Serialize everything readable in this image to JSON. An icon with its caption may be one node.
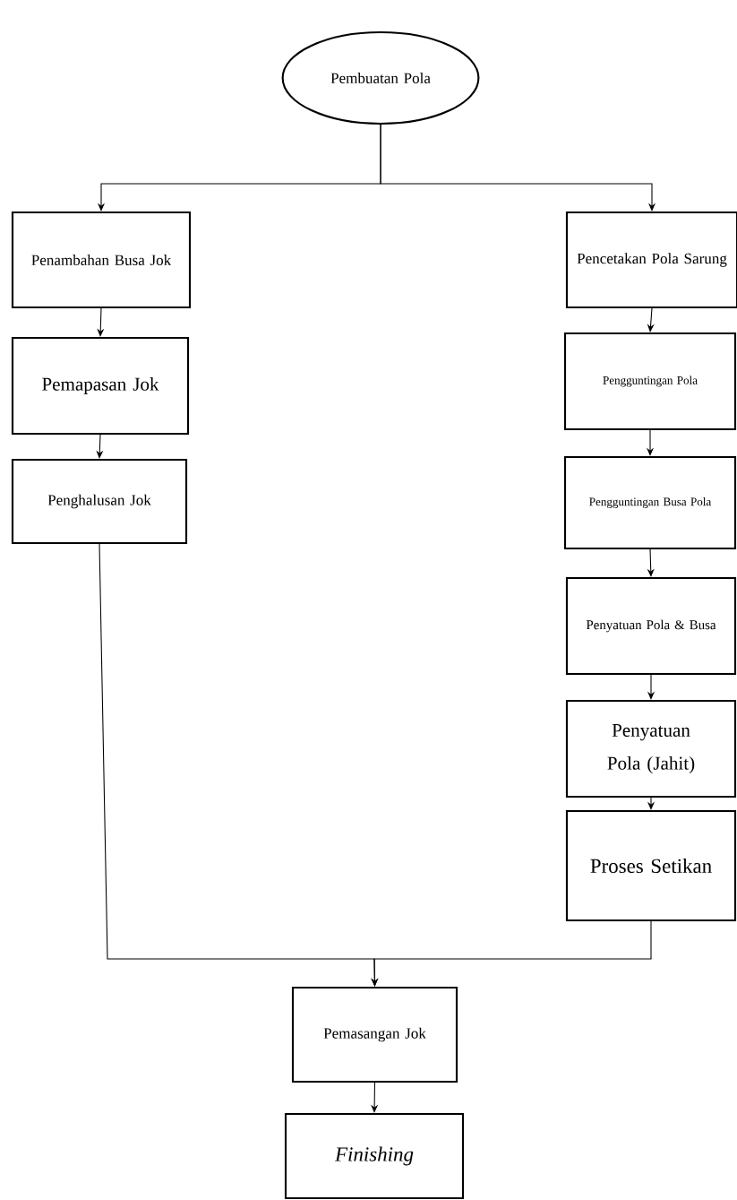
{
  "diagram": {
    "nodes": [
      {
        "text": [
          "Pembuatan Pola"
        ]
      },
      {
        "text": [
          "Penambahan Busa Jok"
        ]
      },
      {
        "text": [
          "Pemapasan Jok"
        ]
      },
      {
        "text": [
          "Penghalusan Jok"
        ]
      },
      {
        "text": [
          "Pencetakan Pola Sarung"
        ]
      },
      {
        "text": [
          "Pengguntingan Pola"
        ]
      },
      {
        "text": [
          "Pengguntingan Busa Pola"
        ]
      },
      {
        "text": [
          "Penyatuan Pola & Busa"
        ]
      },
      {
        "text": [
          "Penyatuan Pola (Jahit)"
        ]
      },
      {
        "text": [
          "Proses Setikan"
        ]
      },
      {
        "text": [
          "Pemasangan Jok"
        ]
      },
      {
        "text": [
          "Finishing"
        ]
      }
    ],
    "edges": [
      {
        "from": 0,
        "to": 1,
        "arrow": "to"
      },
      {
        "from": 0,
        "to": 4,
        "arrow": "to"
      },
      {
        "from": 1,
        "to": 2,
        "arrow": "to"
      },
      {
        "from": 2,
        "to": 3,
        "arrow": "to"
      },
      {
        "from": 4,
        "to": 5,
        "arrow": "to"
      },
      {
        "from": 5,
        "to": 6,
        "arrow": "to"
      },
      {
        "from": 6,
        "to": 7,
        "arrow": "to"
      },
      {
        "from": 7,
        "to": 8,
        "arrow": "to"
      },
      {
        "from": 8,
        "to": 9,
        "arrow": "to"
      },
      {
        "from": 3,
        "to": 10,
        "arrow": "to"
      },
      {
        "from": 9,
        "to": 10,
        "arrow": "to"
      },
      {
        "from": 10,
        "to": 11,
        "arrow": "to"
      }
    ]
  }
}
